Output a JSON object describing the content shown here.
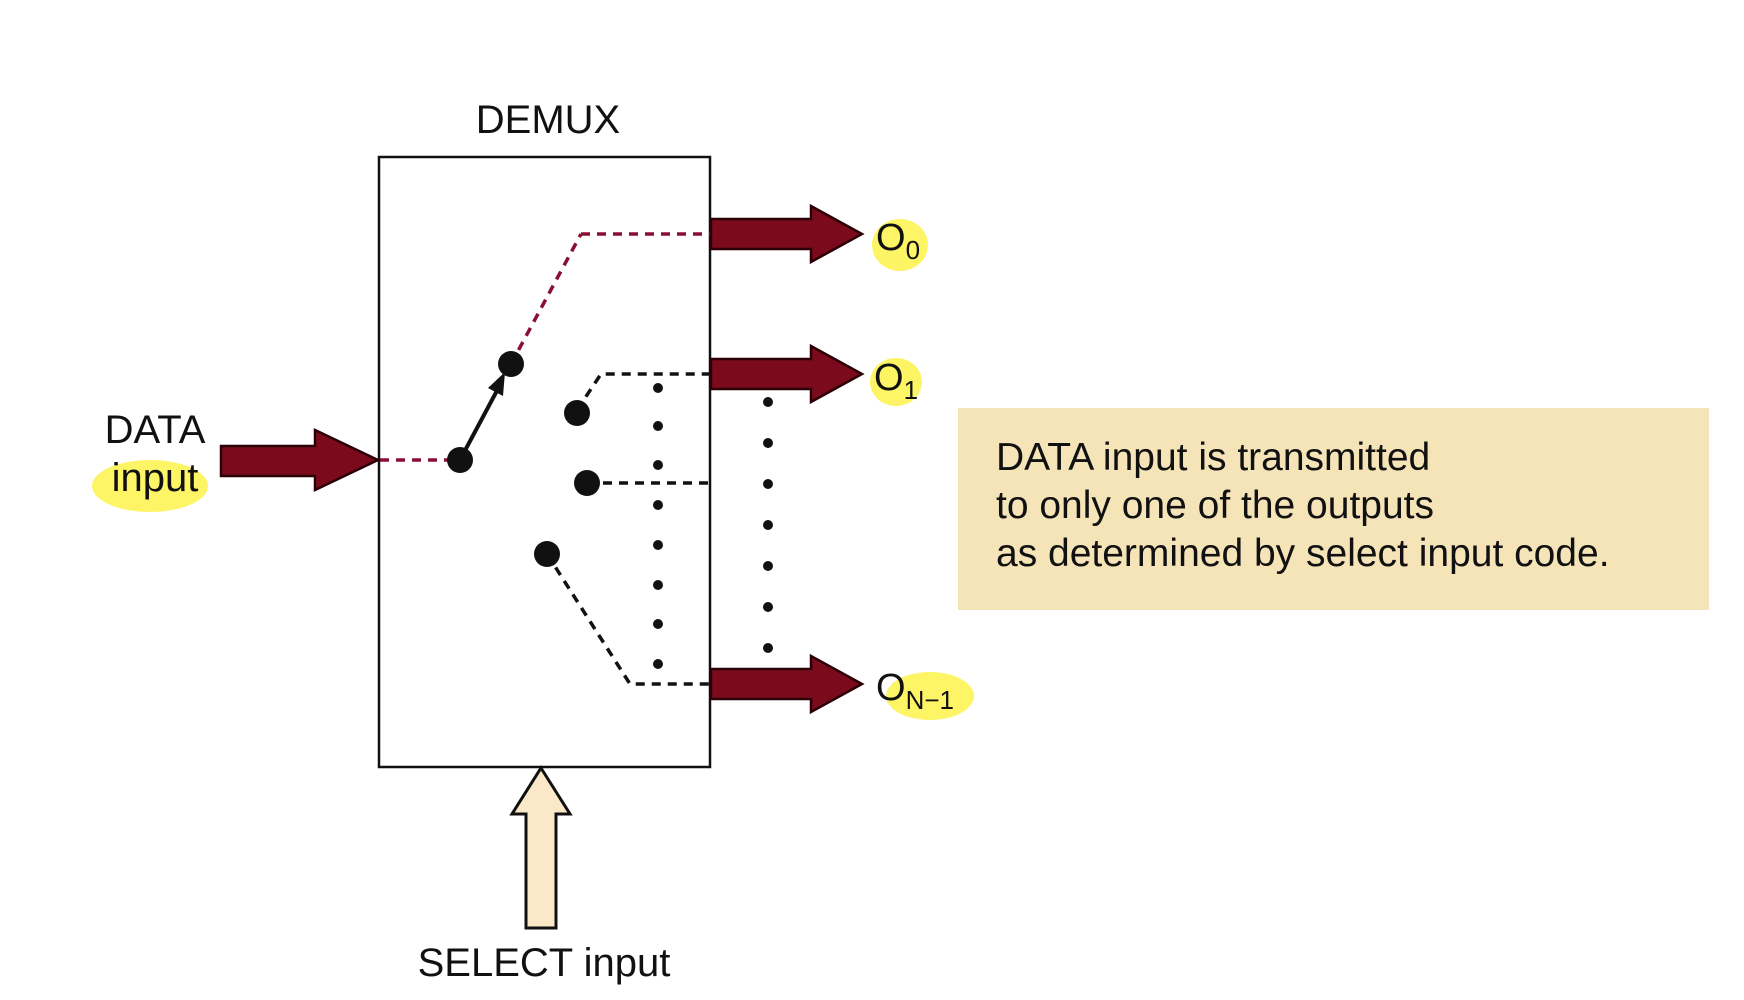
{
  "block_title": "DEMUX",
  "data_input": {
    "line1": "DATA",
    "line2": "input"
  },
  "select_input": "SELECT input",
  "outputs": [
    {
      "main": "O",
      "sub": "0"
    },
    {
      "main": "O",
      "sub": "1"
    },
    {
      "main": "O",
      "sub": "N−1"
    }
  ],
  "note": {
    "line1": "DATA input is transmitted",
    "line2": "to only one of the outputs",
    "line3": "as determined by select input code."
  },
  "colors": {
    "arrow": "#7a0a1c",
    "arrow_outline": "#2a0006",
    "select_arrow": "#fbe8c8",
    "note_bg": "#f6e4b9",
    "highlight": "#fdf34a",
    "active_path": "#8a1033"
  }
}
